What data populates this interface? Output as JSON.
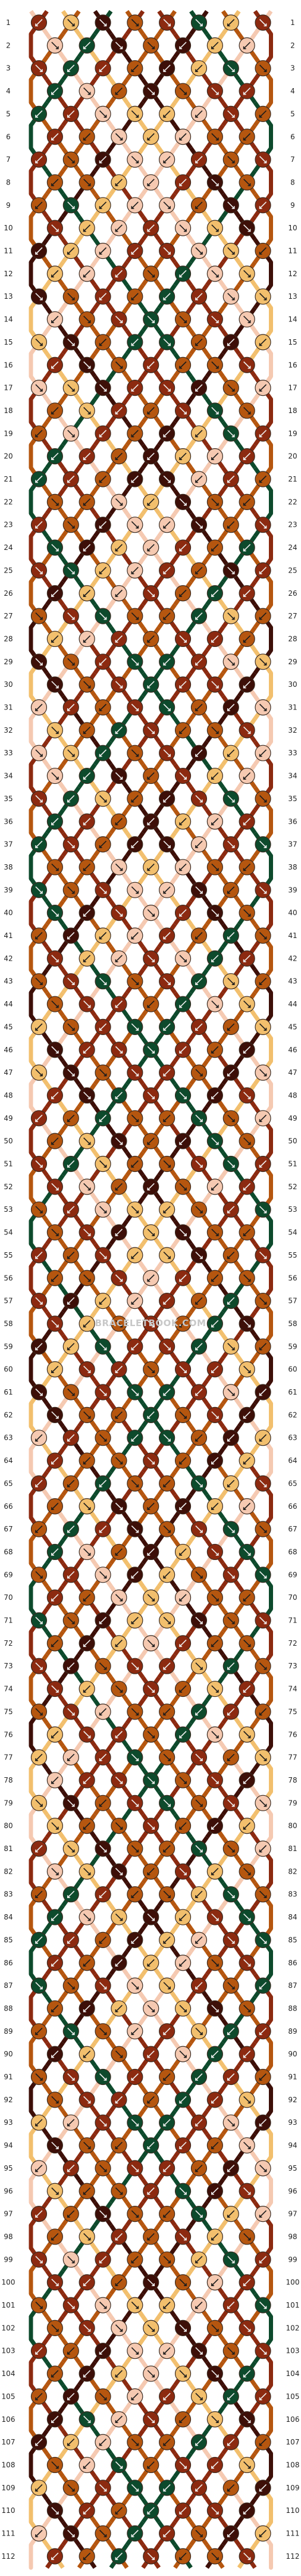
{
  "pattern": {
    "rows": 112,
    "strings": 16,
    "row_labels_left": [
      1,
      2,
      3,
      4,
      5,
      6,
      7,
      8,
      9,
      10,
      11,
      12,
      13,
      14,
      15,
      16,
      17,
      18,
      19,
      20,
      21,
      22,
      23,
      24,
      25,
      26,
      27,
      28,
      29,
      30,
      31,
      32,
      33,
      34,
      35,
      36,
      37,
      38,
      39,
      40,
      41,
      42,
      43,
      44,
      45,
      46,
      47,
      48,
      49,
      50,
      51,
      52,
      53,
      54,
      55,
      56,
      57,
      58,
      59,
      60,
      61,
      62,
      63,
      64,
      65,
      66,
      67,
      68,
      69,
      70,
      71,
      72,
      73,
      74,
      75,
      76,
      77,
      78,
      79,
      80,
      81,
      82,
      83,
      84,
      85,
      86,
      87,
      88,
      89,
      90,
      91,
      92,
      93,
      94,
      95,
      96,
      97,
      98,
      99,
      100,
      101,
      102,
      103,
      104,
      105,
      106,
      107,
      108,
      109,
      110,
      111,
      112
    ],
    "row_labels_right": [
      1,
      2,
      3,
      4,
      5,
      6,
      7,
      8,
      9,
      10,
      11,
      12,
      13,
      14,
      15,
      16,
      17,
      18,
      19,
      20,
      21,
      22,
      23,
      24,
      25,
      26,
      27,
      28,
      29,
      30,
      31,
      32,
      33,
      34,
      35,
      36,
      37,
      38,
      39,
      40,
      41,
      42,
      43,
      44,
      45,
      46,
      47,
      48,
      49,
      50,
      51,
      52,
      53,
      54,
      55,
      56,
      57,
      58,
      59,
      60,
      61,
      62,
      63,
      64,
      65,
      66,
      67,
      68,
      69,
      70,
      71,
      72,
      73,
      74,
      75,
      76,
      77,
      78,
      79,
      80,
      81,
      82,
      83,
      84,
      85,
      86,
      87,
      88,
      89,
      90,
      91,
      92,
      93,
      94,
      95,
      96,
      97,
      98,
      99,
      100,
      101,
      102,
      103,
      104,
      105,
      106,
      107,
      108,
      109,
      110,
      111,
      112
    ],
    "colors": {
      "peach": "#f5c9b1",
      "tan": "#f2bf6d",
      "orange": "#b5560f",
      "rust": "#8c2a10",
      "brown": "#3d0f08",
      "green": "#0d4a2c",
      "outline": "#3a2a20",
      "arrow": "#1b1b1b",
      "label": "#222222"
    },
    "string_colors": [
      "peach",
      "rust",
      "tan",
      "orange",
      "brown",
      "green",
      "orange",
      "rust",
      "rust",
      "orange",
      "green",
      "brown",
      "orange",
      "tan",
      "rust",
      "peach"
    ]
  },
  "watermark": {
    "text": "BRACELETBOOK.COM",
    "color": "#c8c8c8"
  }
}
